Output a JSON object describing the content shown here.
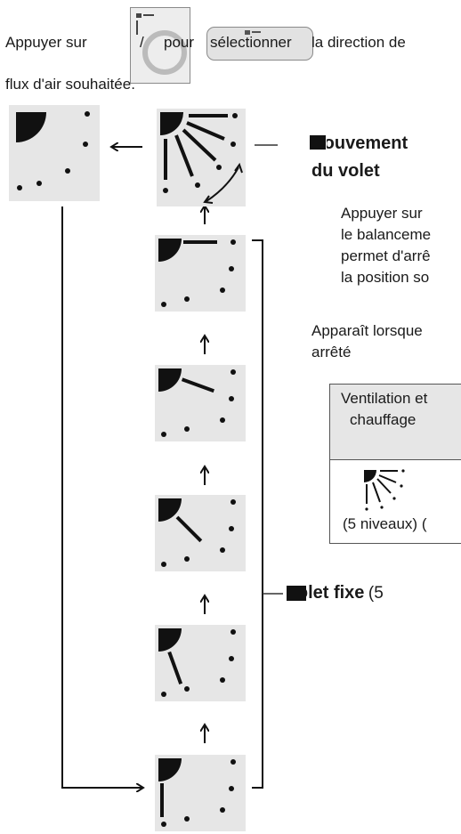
{
  "intro": {
    "prefix": "Appuyer sur",
    "slash": "/",
    "pour": "pour",
    "select_word": "sélectionner",
    "rest": "la direction de",
    "line2": "flux d'air souhaitée."
  },
  "swing": {
    "title_l1": "Mouvement",
    "title_l2": "du volet",
    "body": [
      "Appuyer sur",
      "le balanceme",
      "permet d'arrê",
      "la position so"
    ]
  },
  "appears": {
    "l1": "Apparaît lorsque",
    "l2": "arrêté"
  },
  "mode_table": {
    "header_l1": "Ventilation et",
    "header_l2": "chauffage",
    "footer": "(5 niveaux) ("
  },
  "fixed": {
    "title": "Volet fixe",
    "suffix": "(5"
  },
  "positions": [
    {
      "name": "stopped",
      "louver_deg": null
    },
    {
      "name": "swing",
      "louver_deg": null
    },
    {
      "name": "pos-5",
      "louver_deg": 90
    },
    {
      "name": "pos-4",
      "louver_deg": 70
    },
    {
      "name": "pos-3",
      "louver_deg": 45
    },
    {
      "name": "pos-2",
      "louver_deg": 20
    },
    {
      "name": "pos-1",
      "louver_deg": 0
    }
  ],
  "colors": {
    "panel": "#e6e6e6",
    "ink": "#111111"
  }
}
